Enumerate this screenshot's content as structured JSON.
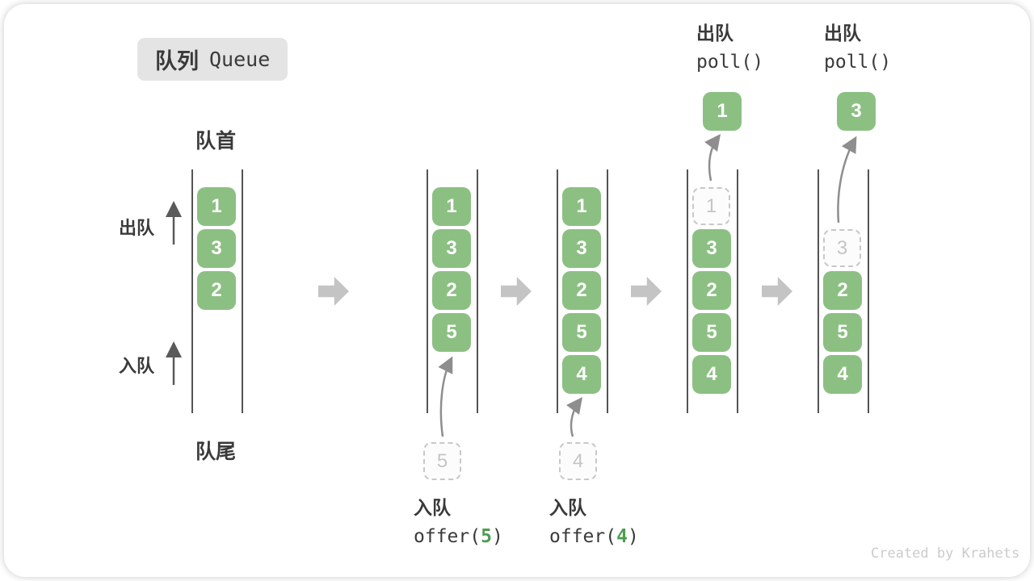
{
  "title": {
    "badge_zh": "队列",
    "badge_en": "Queue"
  },
  "side_labels": {
    "front": "队首",
    "rear": "队尾",
    "dequeue": "出队",
    "enqueue": "入队"
  },
  "watermark": "Created by Krahets",
  "colors": {
    "box_green": "#8CC083",
    "code_green": "#4D9E51",
    "badge_bg": "#E4E4E4",
    "arrow_gray": "#C4C4C4",
    "dashed_gray": "#C8C8C8"
  },
  "diagram": {
    "type": "queue-operation-states",
    "columns": [
      {
        "id": "state-initial",
        "boxes": [
          {
            "slot": 0,
            "value": "1",
            "style": "solid"
          },
          {
            "slot": 1,
            "value": "3",
            "style": "solid"
          },
          {
            "slot": 2,
            "value": "2",
            "style": "solid"
          }
        ]
      },
      {
        "id": "state-offer-5",
        "boxes": [
          {
            "slot": 0,
            "value": "1",
            "style": "solid"
          },
          {
            "slot": 1,
            "value": "3",
            "style": "solid"
          },
          {
            "slot": 2,
            "value": "2",
            "style": "solid"
          },
          {
            "slot": 3,
            "value": "5",
            "style": "solid"
          }
        ],
        "external_box": {
          "value": "5",
          "position": "below"
        },
        "op": {
          "action": "入队",
          "code_pre": "offer(",
          "code_arg": "5",
          "code_post": ")",
          "position": "below"
        }
      },
      {
        "id": "state-offer-4",
        "boxes": [
          {
            "slot": 0,
            "value": "1",
            "style": "solid"
          },
          {
            "slot": 1,
            "value": "3",
            "style": "solid"
          },
          {
            "slot": 2,
            "value": "2",
            "style": "solid"
          },
          {
            "slot": 3,
            "value": "5",
            "style": "solid"
          },
          {
            "slot": 4,
            "value": "4",
            "style": "solid"
          }
        ],
        "external_box": {
          "value": "4",
          "position": "below"
        },
        "op": {
          "action": "入队",
          "code_pre": "offer(",
          "code_arg": "4",
          "code_post": ")",
          "position": "below"
        }
      },
      {
        "id": "state-poll-1",
        "boxes": [
          {
            "slot": 0,
            "value": "1",
            "style": "dashed"
          },
          {
            "slot": 1,
            "value": "3",
            "style": "solid"
          },
          {
            "slot": 2,
            "value": "2",
            "style": "solid"
          },
          {
            "slot": 3,
            "value": "5",
            "style": "solid"
          },
          {
            "slot": 4,
            "value": "4",
            "style": "solid"
          }
        ],
        "external_box": {
          "value": "1",
          "position": "above"
        },
        "op": {
          "action": "出队",
          "code_pre": "poll()",
          "code_arg": "",
          "code_post": "",
          "position": "above"
        }
      },
      {
        "id": "state-poll-3",
        "boxes": [
          {
            "slot": 1,
            "value": "3",
            "style": "dashed"
          },
          {
            "slot": 2,
            "value": "2",
            "style": "solid"
          },
          {
            "slot": 3,
            "value": "5",
            "style": "solid"
          },
          {
            "slot": 4,
            "value": "4",
            "style": "solid"
          }
        ],
        "external_box": {
          "value": "3",
          "position": "above"
        },
        "op": {
          "action": "出队",
          "code_pre": "poll()",
          "code_arg": "",
          "code_post": "",
          "position": "above"
        }
      }
    ]
  }
}
